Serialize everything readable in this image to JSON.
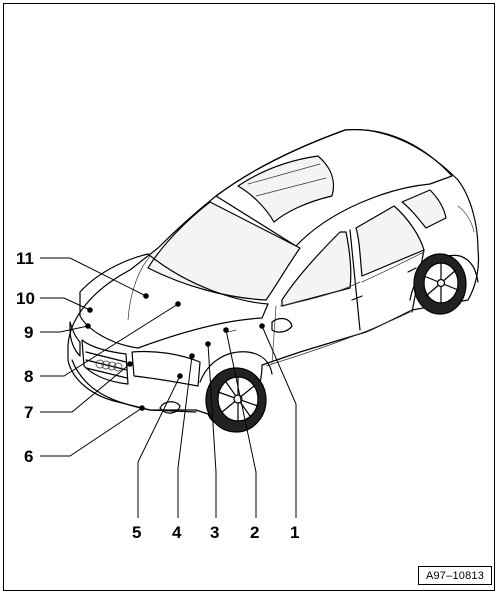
{
  "figure": {
    "reference_code": "A97–10813"
  },
  "callouts": [
    {
      "number": "1"
    },
    {
      "number": "2"
    },
    {
      "number": "3"
    },
    {
      "number": "4"
    },
    {
      "number": "5"
    },
    {
      "number": "6"
    },
    {
      "number": "7"
    },
    {
      "number": "8"
    },
    {
      "number": "9"
    },
    {
      "number": "10"
    },
    {
      "number": "11"
    }
  ]
}
